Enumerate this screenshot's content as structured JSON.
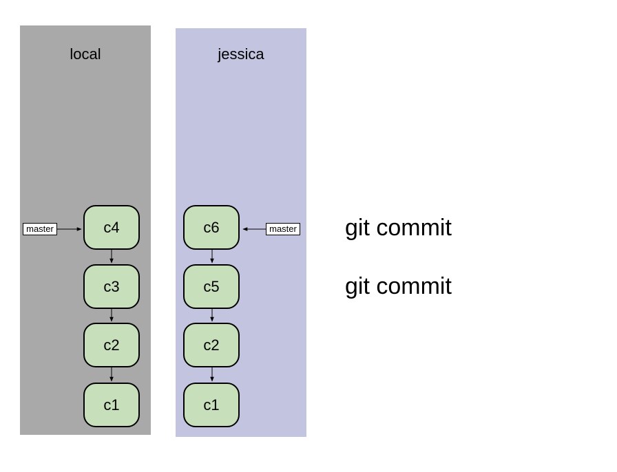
{
  "repos": {
    "local": {
      "title": "local",
      "branch": "master",
      "commits": [
        "c4",
        "c3",
        "c2",
        "c1"
      ]
    },
    "jessica": {
      "title": "jessica",
      "branch": "master",
      "commits": [
        "c6",
        "c5",
        "c2",
        "c1"
      ]
    }
  },
  "commands": [
    "git commit",
    "git commit"
  ],
  "colors": {
    "local_bg": "#a9a9a9",
    "jessica_bg": "#c3c4e0",
    "commit_fill": "#c8dfbc"
  }
}
